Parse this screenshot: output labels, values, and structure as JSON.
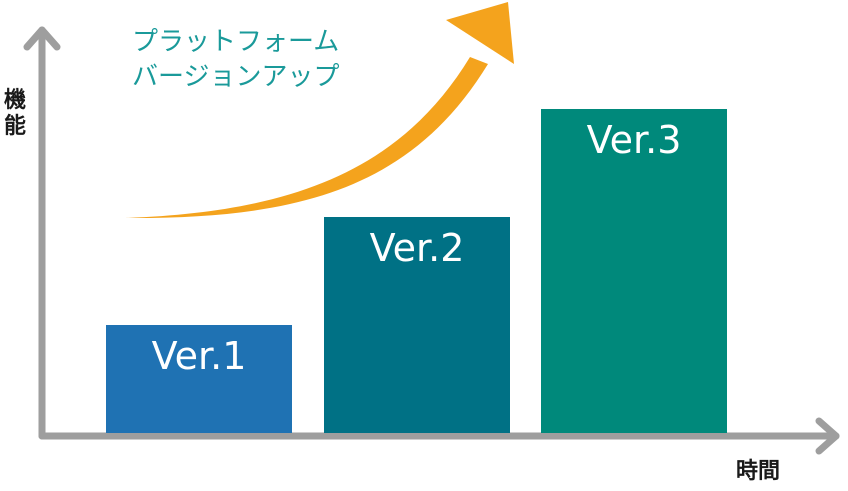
{
  "chart_data": {
    "type": "bar",
    "categories": [
      "Ver.1",
      "Ver.2",
      "Ver.3"
    ],
    "values": [
      1,
      2,
      3
    ],
    "colors": [
      "#1f72b3",
      "#007185",
      "#00897b"
    ],
    "xlabel": "時間",
    "ylabel_chars": [
      "機",
      "能"
    ],
    "ylim": [
      0,
      4
    ],
    "grid": false,
    "legend": "none",
    "annotation": {
      "lines": [
        "プラットフォーム",
        "バージョンアップ"
      ],
      "text_color": "#1a9a9a",
      "arrow_color": "#f4a31d"
    },
    "axis_color": "#9e9e9e"
  }
}
